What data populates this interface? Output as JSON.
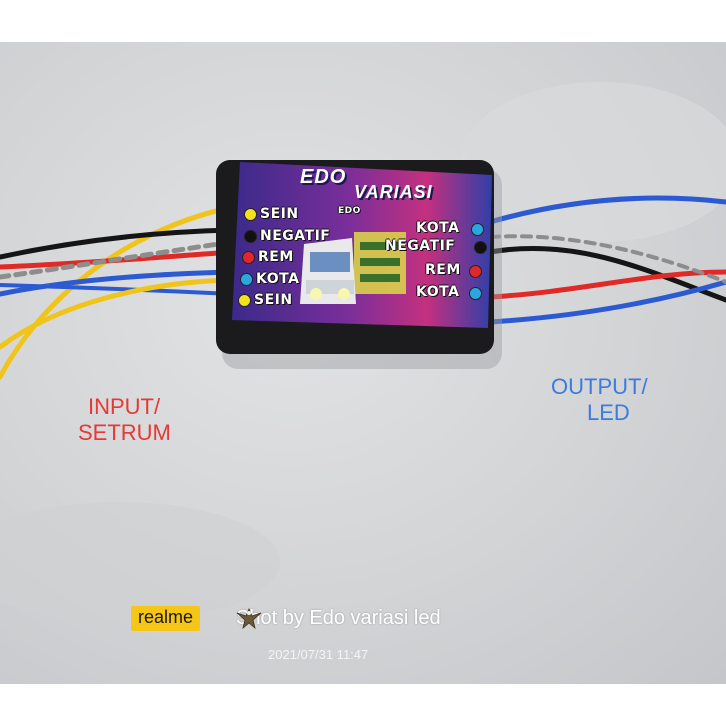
{
  "module": {
    "brand_line1": "EDO",
    "brand_line2": "VARIASI",
    "inner_logo": "EDO",
    "left_labels": [
      {
        "label": "SEIN",
        "color": "#f2e21a"
      },
      {
        "label": "NEGATIF",
        "color": "#111111"
      },
      {
        "label": "REM",
        "color": "#e3262b"
      },
      {
        "label": "KOTA",
        "color": "#29a8e0"
      },
      {
        "label": "SEIN",
        "color": "#f2e21a"
      }
    ],
    "right_labels": [
      {
        "label": "KOTA",
        "color": "#29a8e0"
      },
      {
        "label": "NEGATIF",
        "color": "#111111"
      },
      {
        "label": "REM",
        "color": "#e3262b"
      },
      {
        "label": "KOTA",
        "color": "#29a8e0"
      }
    ]
  },
  "captions": {
    "input_line1": "INPUT/",
    "input_line2": "SETRUM",
    "input_color": "#e53935",
    "output_line1": "OUTPUT/",
    "output_line2": "LED",
    "output_color": "#3b7be0"
  },
  "watermark": {
    "brand": "realme",
    "shot_by": "Shot by Edo variasi led",
    "icon": "eagle-icon",
    "datetime": "2021/07/31 11:47"
  }
}
